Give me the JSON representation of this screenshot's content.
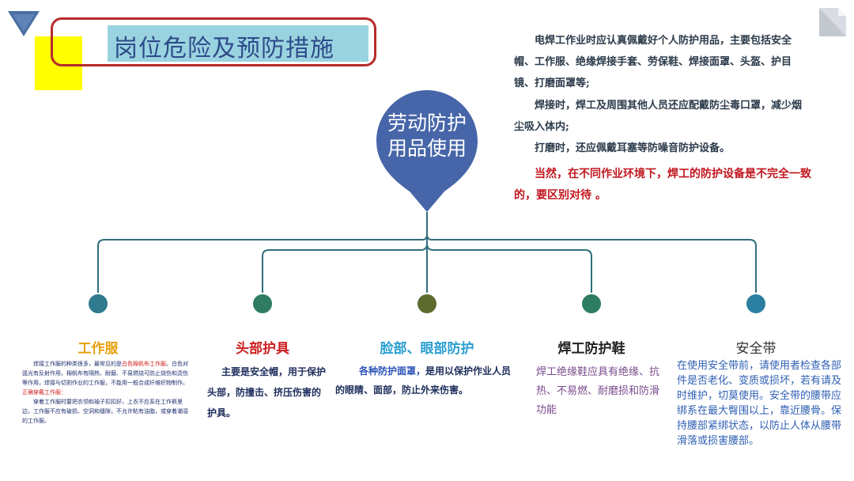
{
  "title": "岗位危险及预防措施",
  "center": {
    "line1": "劳动防护",
    "line2": "用品使用"
  },
  "intro": [
    {
      "text": "电焊工作业时应认真佩戴好个人防护用品，主要包括安全帽、工作服、绝缘焊接手套、劳保鞋、焊接面罩、头盔、护目镜、打磨面罩等;",
      "highlight": false
    },
    {
      "text": "焊接时，焊工及周围其他人员还应配戴防尘毒口罩，减少烟尘吸入体内;",
      "highlight": false
    },
    {
      "text": "打磨时，还应佩戴耳塞等防噪音防护设备。",
      "highlight": false
    },
    {
      "text": "当然，在不同作业环境下，焊工的防护设备是不完全一致的，要区别对待 。",
      "highlight": true
    }
  ],
  "branches": [
    {
      "title": "工作服",
      "dot_color": "#2f7a8f",
      "title_color": "#e6a10a",
      "desc": {
        "p1a": "焊接工作服的种类很多，最常见的是",
        "p1b": "白色棉帆布工作服",
        "p1c": "。白色对弧光有反射作用，棉帆布有隔热、耐磨、不易燃烧可防止烧伤和烫伤等作用，焊接与切割作业的工作服，",
        "p1d": "不能用一般合成纤维织物制作。",
        "p2": "正确穿戴工作服：",
        "p3": "穿着工作服时要把衣领和袖子扣扣好，上衣不应系在工作裤里边，工作服不应有破损、空洞和缝隙，不允许粘有油脂，或穿着潮湿的工作服。"
      }
    },
    {
      "title": "头部护具",
      "dot_color": "#2e7d62",
      "title_color": "#cc1f1f",
      "desc": {
        "text": "主要是安全帽，用于保护头部，防撞击、挤压伤害的护具。"
      }
    },
    {
      "title": "脸部、眼部防护",
      "dot_color": "#5d6b2e",
      "title_color": "#2a9fd0",
      "desc": {
        "text_a": "各种防护面罩，",
        "text_b": "是用以保护作业人员的眼睛、面部，防止外来伤害。"
      }
    },
    {
      "title": "焊工防护鞋",
      "dot_color": "#2e7d62",
      "title_color": "#222222",
      "desc": {
        "text": "焊工绝缘鞋应具有绝缘、抗热、不易燃、耐磨损和防滑功能"
      }
    },
    {
      "title": "安全带",
      "dot_color": "#2b7fa0",
      "title_color": "#333333",
      "desc": {
        "text": "在使用安全带前，请使用者检查各部件是否老化、变质或损坏，若有请及时维护，切莫使用。安全带的腰带应绑系在最大臀围以上，靠近腰骨。保持腰部紧绑状态，以防止人体从腰带滑落或损害腰部。"
      }
    }
  ],
  "colors": {
    "pin": "#4766a9",
    "connector": "#2f6f7c",
    "title_bg": "#9ad3e0",
    "frame": "#b52b2b"
  }
}
